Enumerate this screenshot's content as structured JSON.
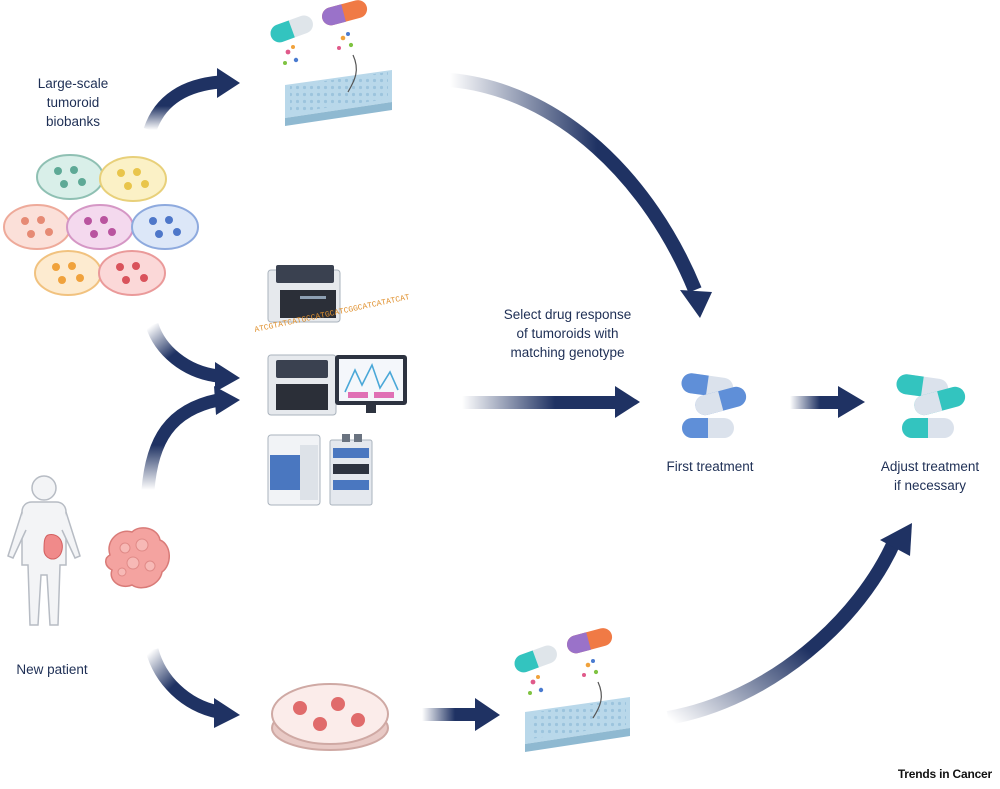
{
  "labels": {
    "biobanks": "Large-scale\ntumoroid\nbiobanks",
    "select": "Select drug response\nof tumoroids with\nmatching genotype",
    "first_treatment": "First treatment",
    "adjust_treatment": "Adjust treatment\nif necessary",
    "new_patient": "New patient",
    "dna_sequence": "ATCGTATCATGCCATGCATCGGCATCATATCAT"
  },
  "credit": "Trends in Cancer",
  "colors": {
    "arrow": "#1f3263",
    "text": "#1e2f55",
    "plate": "#cfe6f2",
    "dish_red": "#e06b6b",
    "pill_blue": "#5f8fd8",
    "pill_teal": "#33c4bf"
  }
}
